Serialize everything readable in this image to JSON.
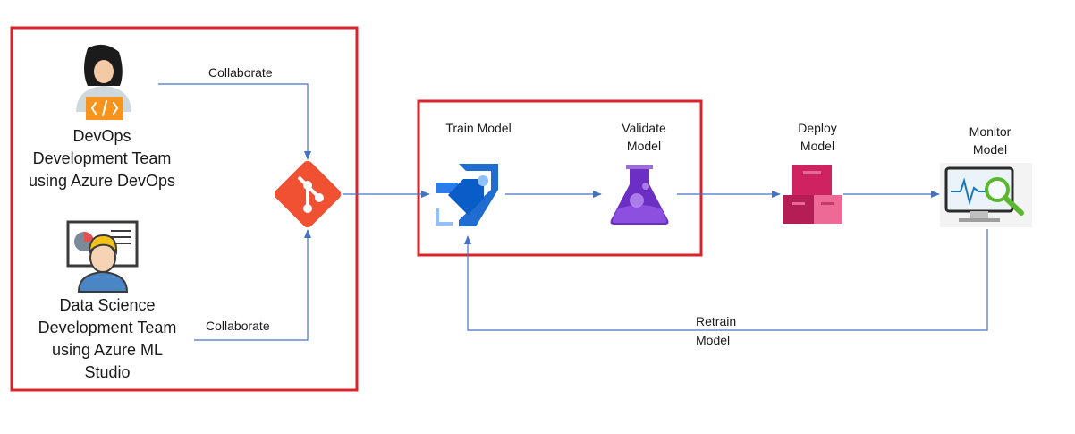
{
  "colors": {
    "frame_red": "#d9242b",
    "connector_blue": "#4472c4",
    "git_orange": "#f05133",
    "pipeline_blue": "#1f6dd1",
    "flask_purple": "#6c2fc3",
    "deploy_pink": "#cf2361",
    "monitor_green": "#5bb82e"
  },
  "teams": {
    "devops": {
      "line1": "DevOps",
      "line2": "Development Team",
      "line3": "using Azure DevOps",
      "icon": "developer-woman-icon"
    },
    "datascience": {
      "line1": "Data Science",
      "line2": "Development Team",
      "line3": "using Azure ML",
      "line4": "Studio",
      "icon": "data-scientist-icon"
    }
  },
  "connectors": {
    "collaborate_top": "Collaborate",
    "collaborate_bottom": "Collaborate",
    "retrain_line1": "Retrain",
    "retrain_line2": "Model"
  },
  "repo": {
    "icon": "git-icon"
  },
  "stages": {
    "train": {
      "label": "Train Model",
      "icon": "azure-pipelines-icon"
    },
    "validate": {
      "line1": "Validate",
      "line2": "Model",
      "icon": "flask-icon"
    },
    "deploy": {
      "line1": "Deploy",
      "line2": "Model",
      "icon": "deploy-boxes-icon"
    },
    "monitor": {
      "line1": "Monitor",
      "line2": "Model",
      "icon": "monitor-magnifier-icon"
    }
  }
}
